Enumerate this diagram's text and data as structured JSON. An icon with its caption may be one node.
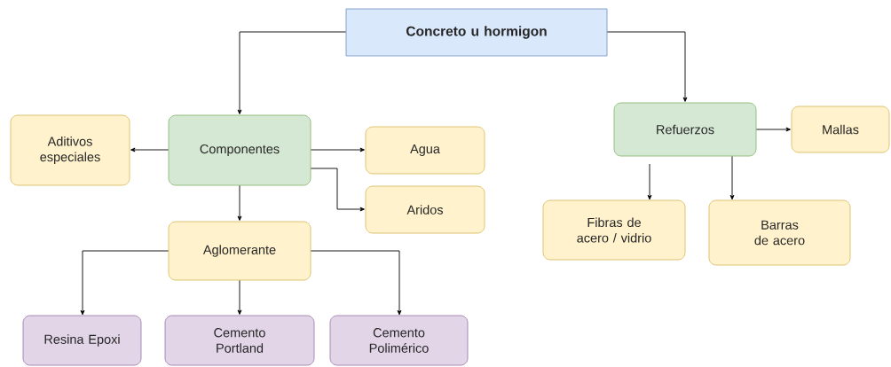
{
  "diagram": {
    "nodes": [
      {
        "text": [
          "Concreto u hormigon"
        ]
      },
      {
        "text": [
          "Componentes"
        ]
      },
      {
        "text": [
          "Aditivos especiales"
        ]
      },
      {
        "text": [
          "Agua"
        ]
      },
      {
        "text": [
          "Aridos"
        ]
      },
      {
        "text": [
          "Aglomerante"
        ]
      },
      {
        "text": [
          "Resina Epoxi"
        ]
      },
      {
        "text": [
          "Cemento Portland"
        ]
      },
      {
        "text": [
          "Cemento Polimérico"
        ]
      },
      {
        "text": [
          "Refuerzos"
        ]
      },
      {
        "text": [
          "Mallas"
        ]
      },
      {
        "text": [
          "Fibras de acero / vidrio"
        ]
      },
      {
        "text": [
          "Barras de acero"
        ]
      }
    ],
    "edges": [
      {
        "from": 0,
        "to": 1,
        "arrow": "to"
      },
      {
        "from": 0,
        "to": 9,
        "arrow": "to"
      },
      {
        "from": 1,
        "to": 2,
        "arrow": "to"
      },
      {
        "from": 1,
        "to": 3,
        "arrow": "to"
      },
      {
        "from": 1,
        "to": 4,
        "arrow": "to"
      },
      {
        "from": 1,
        "to": 5,
        "arrow": "to"
      },
      {
        "from": 5,
        "to": 6,
        "arrow": "to"
      },
      {
        "from": 5,
        "to": 7,
        "arrow": "to"
      },
      {
        "from": 5,
        "to": 8,
        "arrow": "to"
      },
      {
        "from": 9,
        "to": 10,
        "arrow": "to"
      },
      {
        "from": 9,
        "to": 11,
        "arrow": "to"
      },
      {
        "from": 9,
        "to": 12,
        "arrow": "to"
      }
    ]
  }
}
